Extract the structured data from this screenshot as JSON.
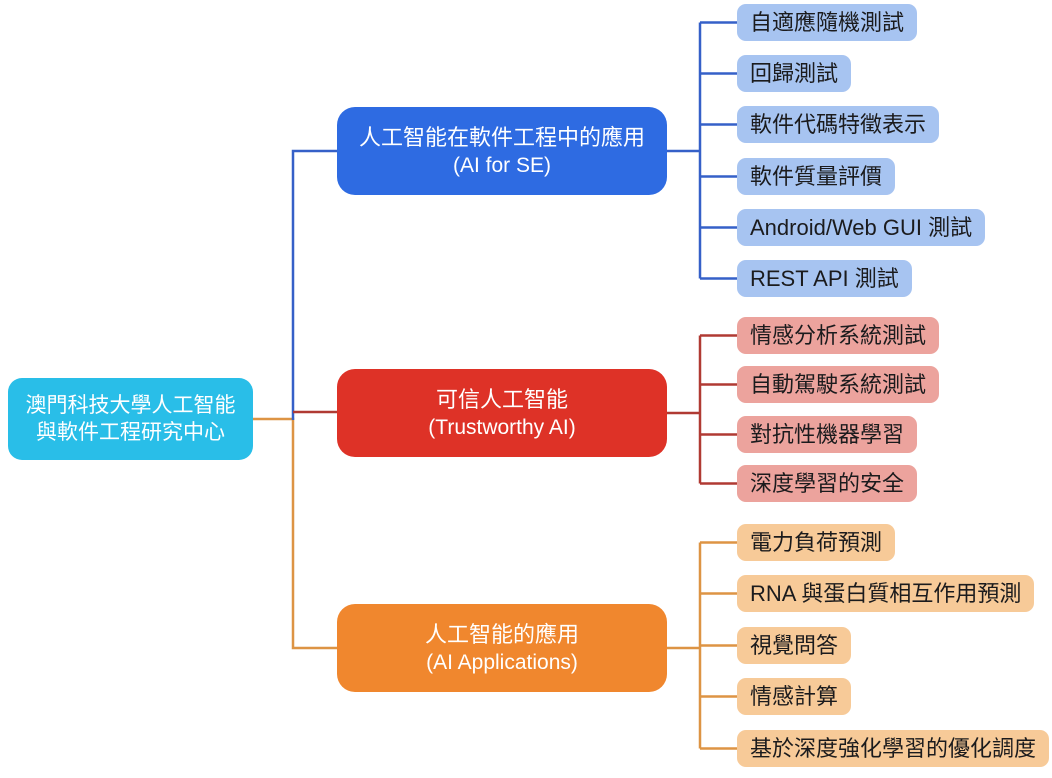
{
  "root": {
    "label": "澳門科技大學人工智能\n與軟件工程研究中心",
    "fill": "#29BEE8",
    "text_color": "#FFFFFF"
  },
  "branches": [
    {
      "label": "人工智能在軟件工程中的應用",
      "sublabel": "(AI for SE)",
      "fill": "#2E6BE2",
      "leaf_fill": "#A7C4F1",
      "line_color": "#3560C8",
      "children": [
        "自適應隨機測試",
        "回歸測試",
        "軟件代碼特徵表示",
        "軟件質量評價",
        "Android/Web GUI 測試",
        "REST API 測試"
      ]
    },
    {
      "label": "可信人工智能",
      "sublabel": "(Trustworthy AI)",
      "fill": "#DE3227",
      "leaf_fill": "#ECA39D",
      "line_color": "#B03A33",
      "children": [
        "情感分析系統測試",
        "自動駕駛系統測試",
        "對抗性機器學習",
        "深度學習的安全"
      ]
    },
    {
      "label": "人工智能的應用",
      "sublabel": "(AI Applications)",
      "fill": "#F0872E",
      "leaf_fill": "#F7CA98",
      "line_color": "#DD9444",
      "children": [
        "電力負荷預測",
        "RNA 與蛋白質相互作用預測",
        "視覺問答",
        "情感計算",
        "基於深度強化學習的優化調度"
      ]
    }
  ],
  "colors": {
    "background": "#FFFFFF",
    "leaf_text": "#1B1B1D",
    "text_on_dark": "#FFFFFF"
  }
}
